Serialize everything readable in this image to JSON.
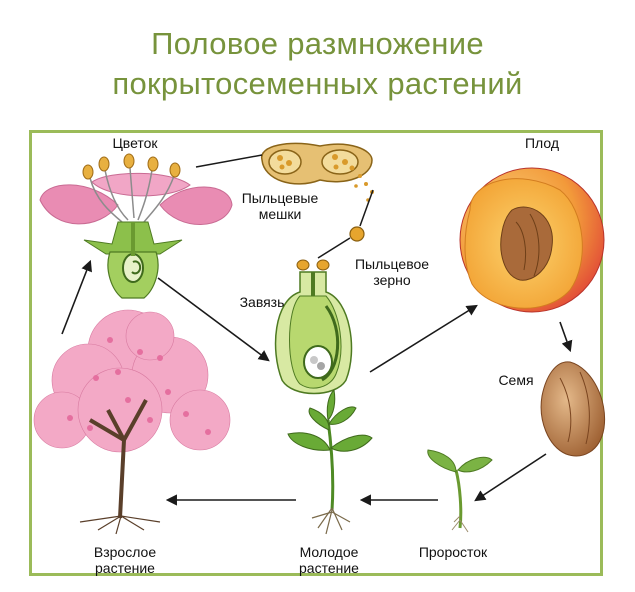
{
  "title": {
    "line1": "Половое размножение",
    "line2": "покрытосеменных растений"
  },
  "labels": {
    "flower": "Цветок",
    "pollen_sacs_1": "Пыльцевые",
    "pollen_sacs_2": "мешки",
    "pollen_grain_1": "Пыльцевое",
    "pollen_grain_2": "зерно",
    "ovary": "Завязь",
    "fruit": "Плод",
    "seed": "Семя",
    "sprout": "Проросток",
    "young_plant_1": "Молодое",
    "young_plant_2": "растение",
    "adult_plant_1": "Взрослое",
    "adult_plant_2": "растение"
  },
  "colors": {
    "title": "#77933c",
    "frame": "#9bbb59",
    "petal": "#e98cb3",
    "stem": "#8cc04b",
    "peach_skin": "#e2473a",
    "peach_flesh": "#f6b042",
    "seed": "#a96a3a",
    "pollen": "#d99a2b",
    "blossom": "#f3a9c6"
  }
}
